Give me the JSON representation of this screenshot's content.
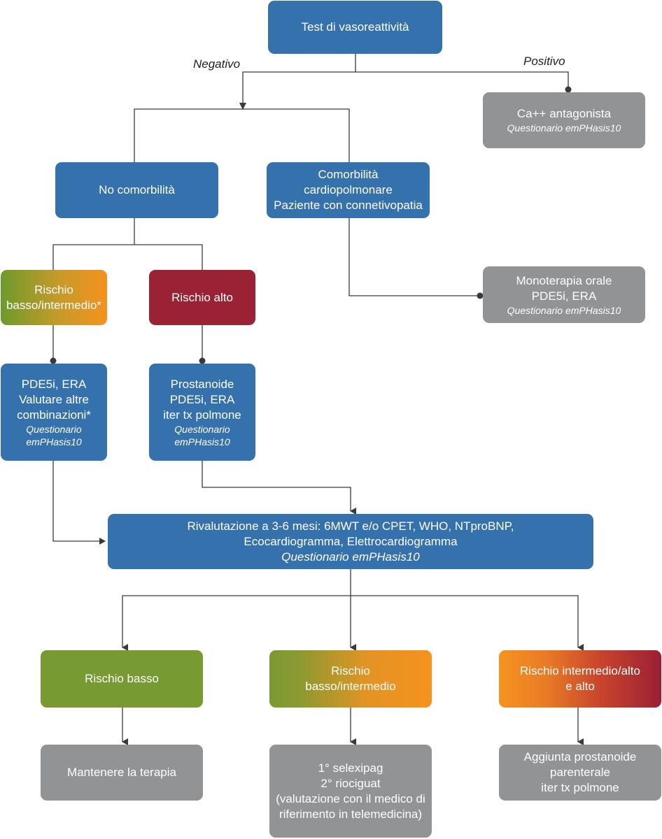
{
  "labels": {
    "negative": "Negativo",
    "positive": "Positivo"
  },
  "nodes": {
    "test": {
      "line1": "Test di vasoreattività"
    },
    "ca": {
      "line1": "Ca++ antagonista",
      "note": "Questionario emPHasis10"
    },
    "no_comorb": {
      "line1": "No comorbilità"
    },
    "comorb": {
      "line1": "Comorbilità cardiopolmonare",
      "line2": "Paziente con connetivopatia"
    },
    "mono": {
      "line1": "Monoterapia orale",
      "line2": "PDE5i, ERA",
      "note": "Questionario emPHasis10"
    },
    "risk_low_int": {
      "line1": "Rischio",
      "line2": "basso/intermedio*"
    },
    "risk_high": {
      "line1": "Rischio alto"
    },
    "pde_combo": {
      "line1": "PDE5i, ERA",
      "line2": "Valutare altre",
      "line3": "combinazioni*",
      "note1": "Questionario",
      "note2": "emPHasis10"
    },
    "prostanoid": {
      "line1": "Prostanoide",
      "line2": "PDE5i, ERA",
      "line3": "iter tx polmone",
      "note1": "Questionario",
      "note2": "emPHasis10"
    },
    "reval": {
      "line1": "Rivalutazione a 3-6 mesi: 6MWT e/o CPET, WHO, NTproBNP,",
      "line2": "Ecocardiogramma, Elettrocardiogramma",
      "note": "Questionario emPHasis10"
    },
    "out_low": {
      "line1": "Rischio basso"
    },
    "out_low_int": {
      "line1": "Rischio",
      "line2": "basso/intermedio"
    },
    "out_int_high": {
      "line1": "Rischio intermedio/alto",
      "line2": "e alto"
    },
    "keep": {
      "line1": "Mantenere la terapia"
    },
    "selexipag": {
      "line1": "1° selexipag",
      "line2": "2° riociguat",
      "line3": "(valutazione con il medico di",
      "line4": "riferimento in telemedicina)"
    },
    "add_prost": {
      "line1": "Aggiunta prostanoide",
      "line2": "parenterale",
      "line3": "iter tx polmone"
    }
  },
  "colors": {
    "blue": "#3572ad",
    "gray": "#929395",
    "red": "#9a2235",
    "green": "#789a32",
    "orange": "#f4921d",
    "line": "#3a3a3a"
  }
}
